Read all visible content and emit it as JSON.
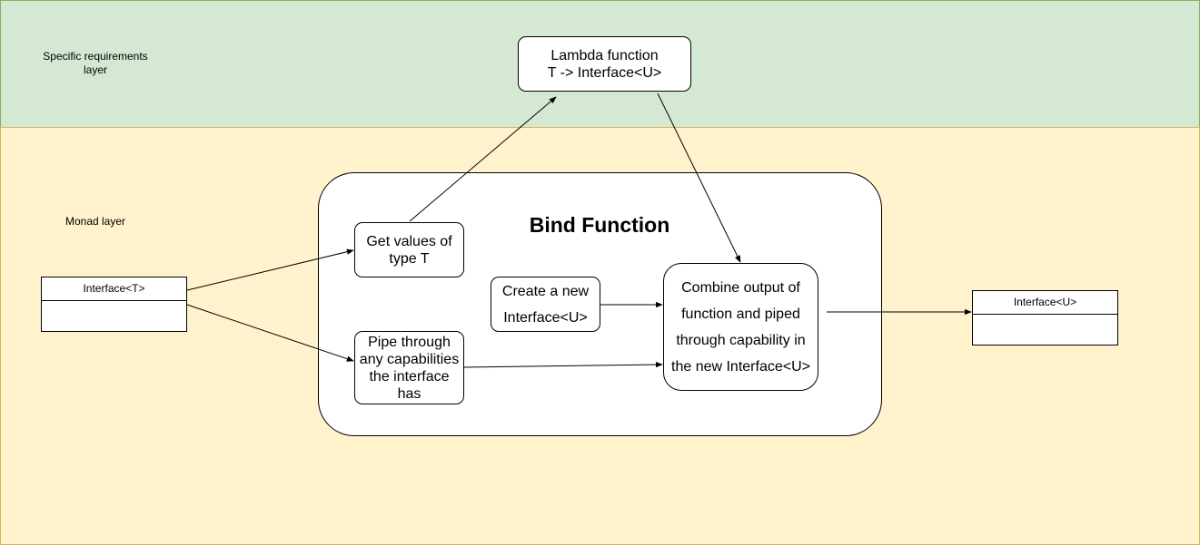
{
  "layers": {
    "specific_label": "Specific requirements\nlayer",
    "monad_label": "Monad layer"
  },
  "lambda": {
    "line1": "Lambda function",
    "line2": "T -> Interface<U>"
  },
  "bind": {
    "title": "Bind Function",
    "get_values": "Get values of\ntype T",
    "pipe_through": "Pipe through\nany capabilities\nthe interface\nhas",
    "create_new": "Create a new\nInterface<U>",
    "combine": "Combine output of\nfunction and piped\nthrough capability in\nthe new Interface<U>"
  },
  "inputs": {
    "interface_t": "Interface<T>"
  },
  "outputs": {
    "interface_u": "Interface<U>"
  },
  "colors": {
    "top_layer_fill": "#d5e8d4",
    "top_layer_stroke": "#82b366",
    "bottom_layer_fill": "#fff2cc",
    "bottom_layer_stroke": "#d6b656"
  }
}
